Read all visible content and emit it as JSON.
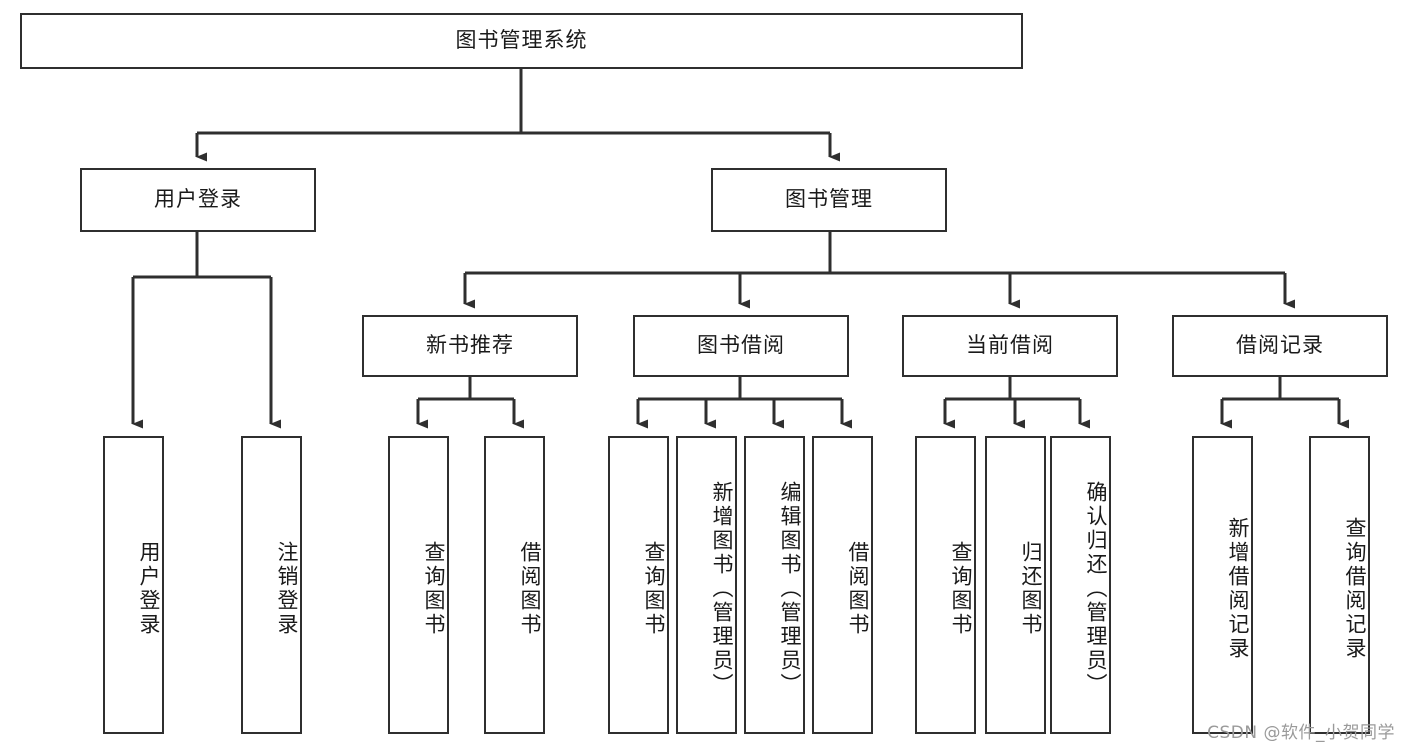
{
  "diagram": {
    "title": "图书管理系统",
    "type": "tree",
    "watermark": "CSDN @软件_小贺同学",
    "colors": {
      "stroke": "#2f2f2f",
      "fill": "#ffffff",
      "text": "#1a1a1a",
      "watermark": "#9a9a9a"
    },
    "root": {
      "label": "图书管理系统"
    },
    "level2": [
      {
        "label": "用户登录"
      },
      {
        "label": "图书管理"
      }
    ],
    "level3": [
      {
        "label": "新书推荐"
      },
      {
        "label": "图书借阅"
      },
      {
        "label": "当前借阅"
      },
      {
        "label": "借阅记录"
      }
    ],
    "leaves": {
      "user_login": [
        {
          "label": "用户登录"
        },
        {
          "label": "注销登录"
        }
      ],
      "new_book_recommend": [
        {
          "label": "查询图书"
        },
        {
          "label": "借阅图书"
        }
      ],
      "book_borrow": [
        {
          "label": "查询图书"
        },
        {
          "label": "新增图书（管理员）"
        },
        {
          "label": "编辑图书（管理员）"
        },
        {
          "label": "借阅图书"
        }
      ],
      "current_borrow": [
        {
          "label": "查询图书"
        },
        {
          "label": "归还图书"
        },
        {
          "label": "确认归还（管理员）"
        }
      ],
      "borrow_record": [
        {
          "label": "新增借阅记录"
        },
        {
          "label": "查询借阅记录"
        }
      ]
    }
  }
}
